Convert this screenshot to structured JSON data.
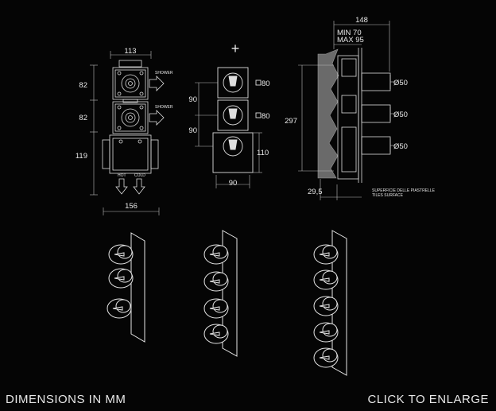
{
  "captions": {
    "dimensions": "DIMENSIONS IN MM",
    "enlarge": "CLICK TO ENLARGE"
  },
  "plus_sign": "+",
  "box_view": {
    "width_top": "113",
    "width_bottom": "156",
    "module_h1": "82",
    "module_h2": "82",
    "body_h": "119",
    "out_label": "SHOWER",
    "in_hot": "HOT",
    "in_cold": "COLD"
  },
  "front_view": {
    "gap1": "90",
    "gap2": "90",
    "plate1": "80",
    "plate2": "80",
    "plate3": "110",
    "plate_w": "90"
  },
  "side_view": {
    "depth": "148",
    "min": "MIN 70",
    "max": "MAX 95",
    "height": "297",
    "knob1": "Ø50",
    "knob2": "Ø50",
    "knob3": "Ø50",
    "offset": "29,5",
    "tiles_it": "SUPERFICIE DELLE PIASTRELLE",
    "tiles_en": "TILES SURFACE"
  }
}
